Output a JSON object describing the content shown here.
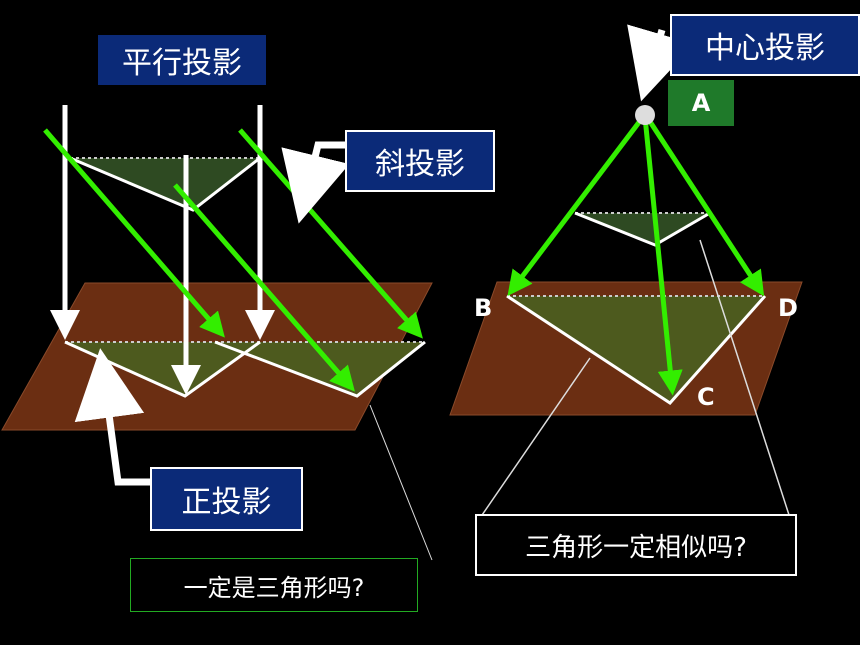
{
  "labels": {
    "parallel": "平行投影",
    "oblique": "斜投影",
    "orthographic": "正投影",
    "central": "中心投影",
    "question_left": "一定是三角形吗?",
    "question_right": "三角形一定相似吗?"
  },
  "points": {
    "a": "A",
    "b": "B",
    "c": "C",
    "d": "D"
  },
  "colors": {
    "background": "#000000",
    "plane": "#6b2e12",
    "triangle_fill": "#3d5a22",
    "ray_green": "#33ee00",
    "ray_white": "#ffffff",
    "label_bg": "#0b2a78"
  }
}
